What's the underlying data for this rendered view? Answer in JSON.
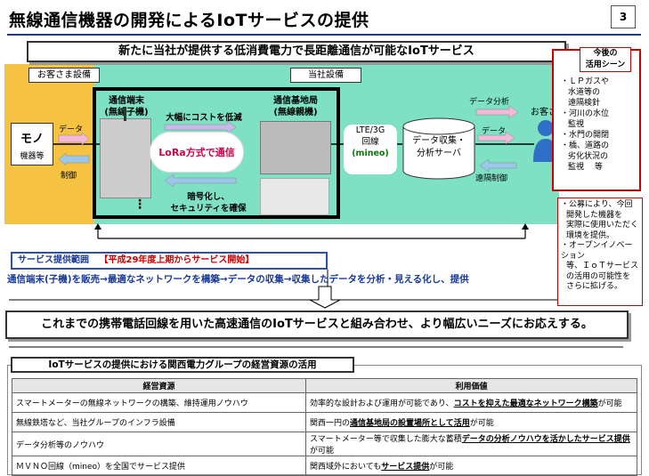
{
  "title": "無線通信機器の開発によるIoTサービスの提供",
  "page_number": "3",
  "subtitle": "新たに当社が提供する低消費電力で長距離通信が可能なIoTサービス",
  "diagram": {
    "customer_equipment": "お客さま設備",
    "company_equipment": "当社設備",
    "mono": "モノ",
    "mono_sub": "機器等",
    "data_label": "データ",
    "control_label": "制御",
    "terminal_title": "通信端末",
    "terminal_sub": "(無線子機)",
    "cost_reduction": "大幅にコストを低減",
    "lora": "LoRa方式で通信",
    "encryption": "暗号化し、",
    "security": "セキュリティを確保",
    "base_title": "通信基地局",
    "base_sub": "(無線親機)",
    "lte": "LTE/3G",
    "lte_line": "回線",
    "mineo": "(mineo)",
    "server_line1": "データ収集・",
    "server_line2": "分析サーバ",
    "server_data": "データ",
    "analysis": "データ分析",
    "remote_control": "遠隔制御",
    "customer": "お客さま",
    "dots": "⋮"
  },
  "future_scenes": {
    "head1": "今後の",
    "head2": "活用シーン",
    "items": [
      [
        "・ＬＰガスや",
        "水道等の",
        "遠隔検針"
      ],
      [
        "・河川の水位",
        "監視"
      ],
      [
        "・水門の開閉"
      ],
      [
        "・橋、道路の",
        "劣化状況の",
        "監視　 等"
      ]
    ]
  },
  "notes": [
    "・公募により、今回",
    "開発した機器を",
    "実際に使用いただく",
    "環境を提供。",
    "・オープンイノベーション",
    "等、ＩｏＴサービス",
    "の活用の可能性を",
    "さらに拡げる。"
  ],
  "service_range": {
    "label": "サービス提供範囲",
    "period": "【平成29年度上期からサービス開始】",
    "flow": "通信端末(子機)を販売→最適なネットワークを構築→データの収集→収集したデータを分析・見える化し、提供"
  },
  "combination": "これまでの携帯電話回線を用いた高速通信のIoTサービスと組み合わせ、より幅広いニーズにお応えする。",
  "resources": {
    "title": "IoTサービスの提供における関西電力グループの経営資源の活用",
    "headers": [
      "経営資源",
      "利用価値"
    ],
    "rows": [
      {
        "resource": "スマートメーターの無線ネットワークの構築、維持運用ノウハウ",
        "value_pre": "効率的な設計および運用が可能であり、",
        "value_em": "コストを抑えた最適なネットワーク構築",
        "value_post": "が可能"
      },
      {
        "resource": "無線鉄塔など、当社グループのインフラ設備",
        "value_pre": "関西一円の",
        "value_em": "通信基地局の設置場所として活用",
        "value_post": "が可能"
      },
      {
        "resource": "データ分析等のノウハウ",
        "value_pre": "スマートメーター等で収集した膨大な蓄積",
        "value_em": "データの分析ノウハウを活かしたサービス提供",
        "value_post": "が可能"
      },
      {
        "resource": "ＭＶＮＯ回線（mineo）を全国でサービス提供",
        "value_pre": "関西域外においても",
        "value_em": "サービス提供",
        "value_post": "が可能"
      }
    ]
  },
  "colors": {
    "customer_bg": "#f5c242",
    "company_bg": "#7fe1c3",
    "accent_red": "#cc0000",
    "accent_blue": "#1a3a99"
  }
}
